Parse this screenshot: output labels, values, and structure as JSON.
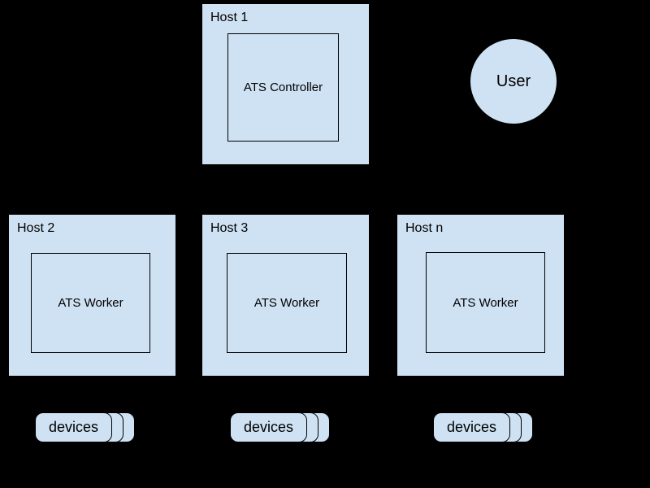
{
  "colors": {
    "background": "#000000",
    "shape_fill": "#cfe2f3",
    "shape_border": "#000000",
    "text": "#000000"
  },
  "nodes": {
    "controller_host": {
      "title": "Host 1",
      "process": "ATS Controller"
    },
    "user": {
      "label": "User"
    },
    "workers": [
      {
        "title": "Host 2",
        "process": "ATS Worker",
        "devices_label": "devices"
      },
      {
        "title": "Host 3",
        "process": "ATS Worker",
        "devices_label": "devices"
      },
      {
        "title": "Host n",
        "process": "ATS Worker",
        "devices_label": "devices"
      }
    ]
  }
}
